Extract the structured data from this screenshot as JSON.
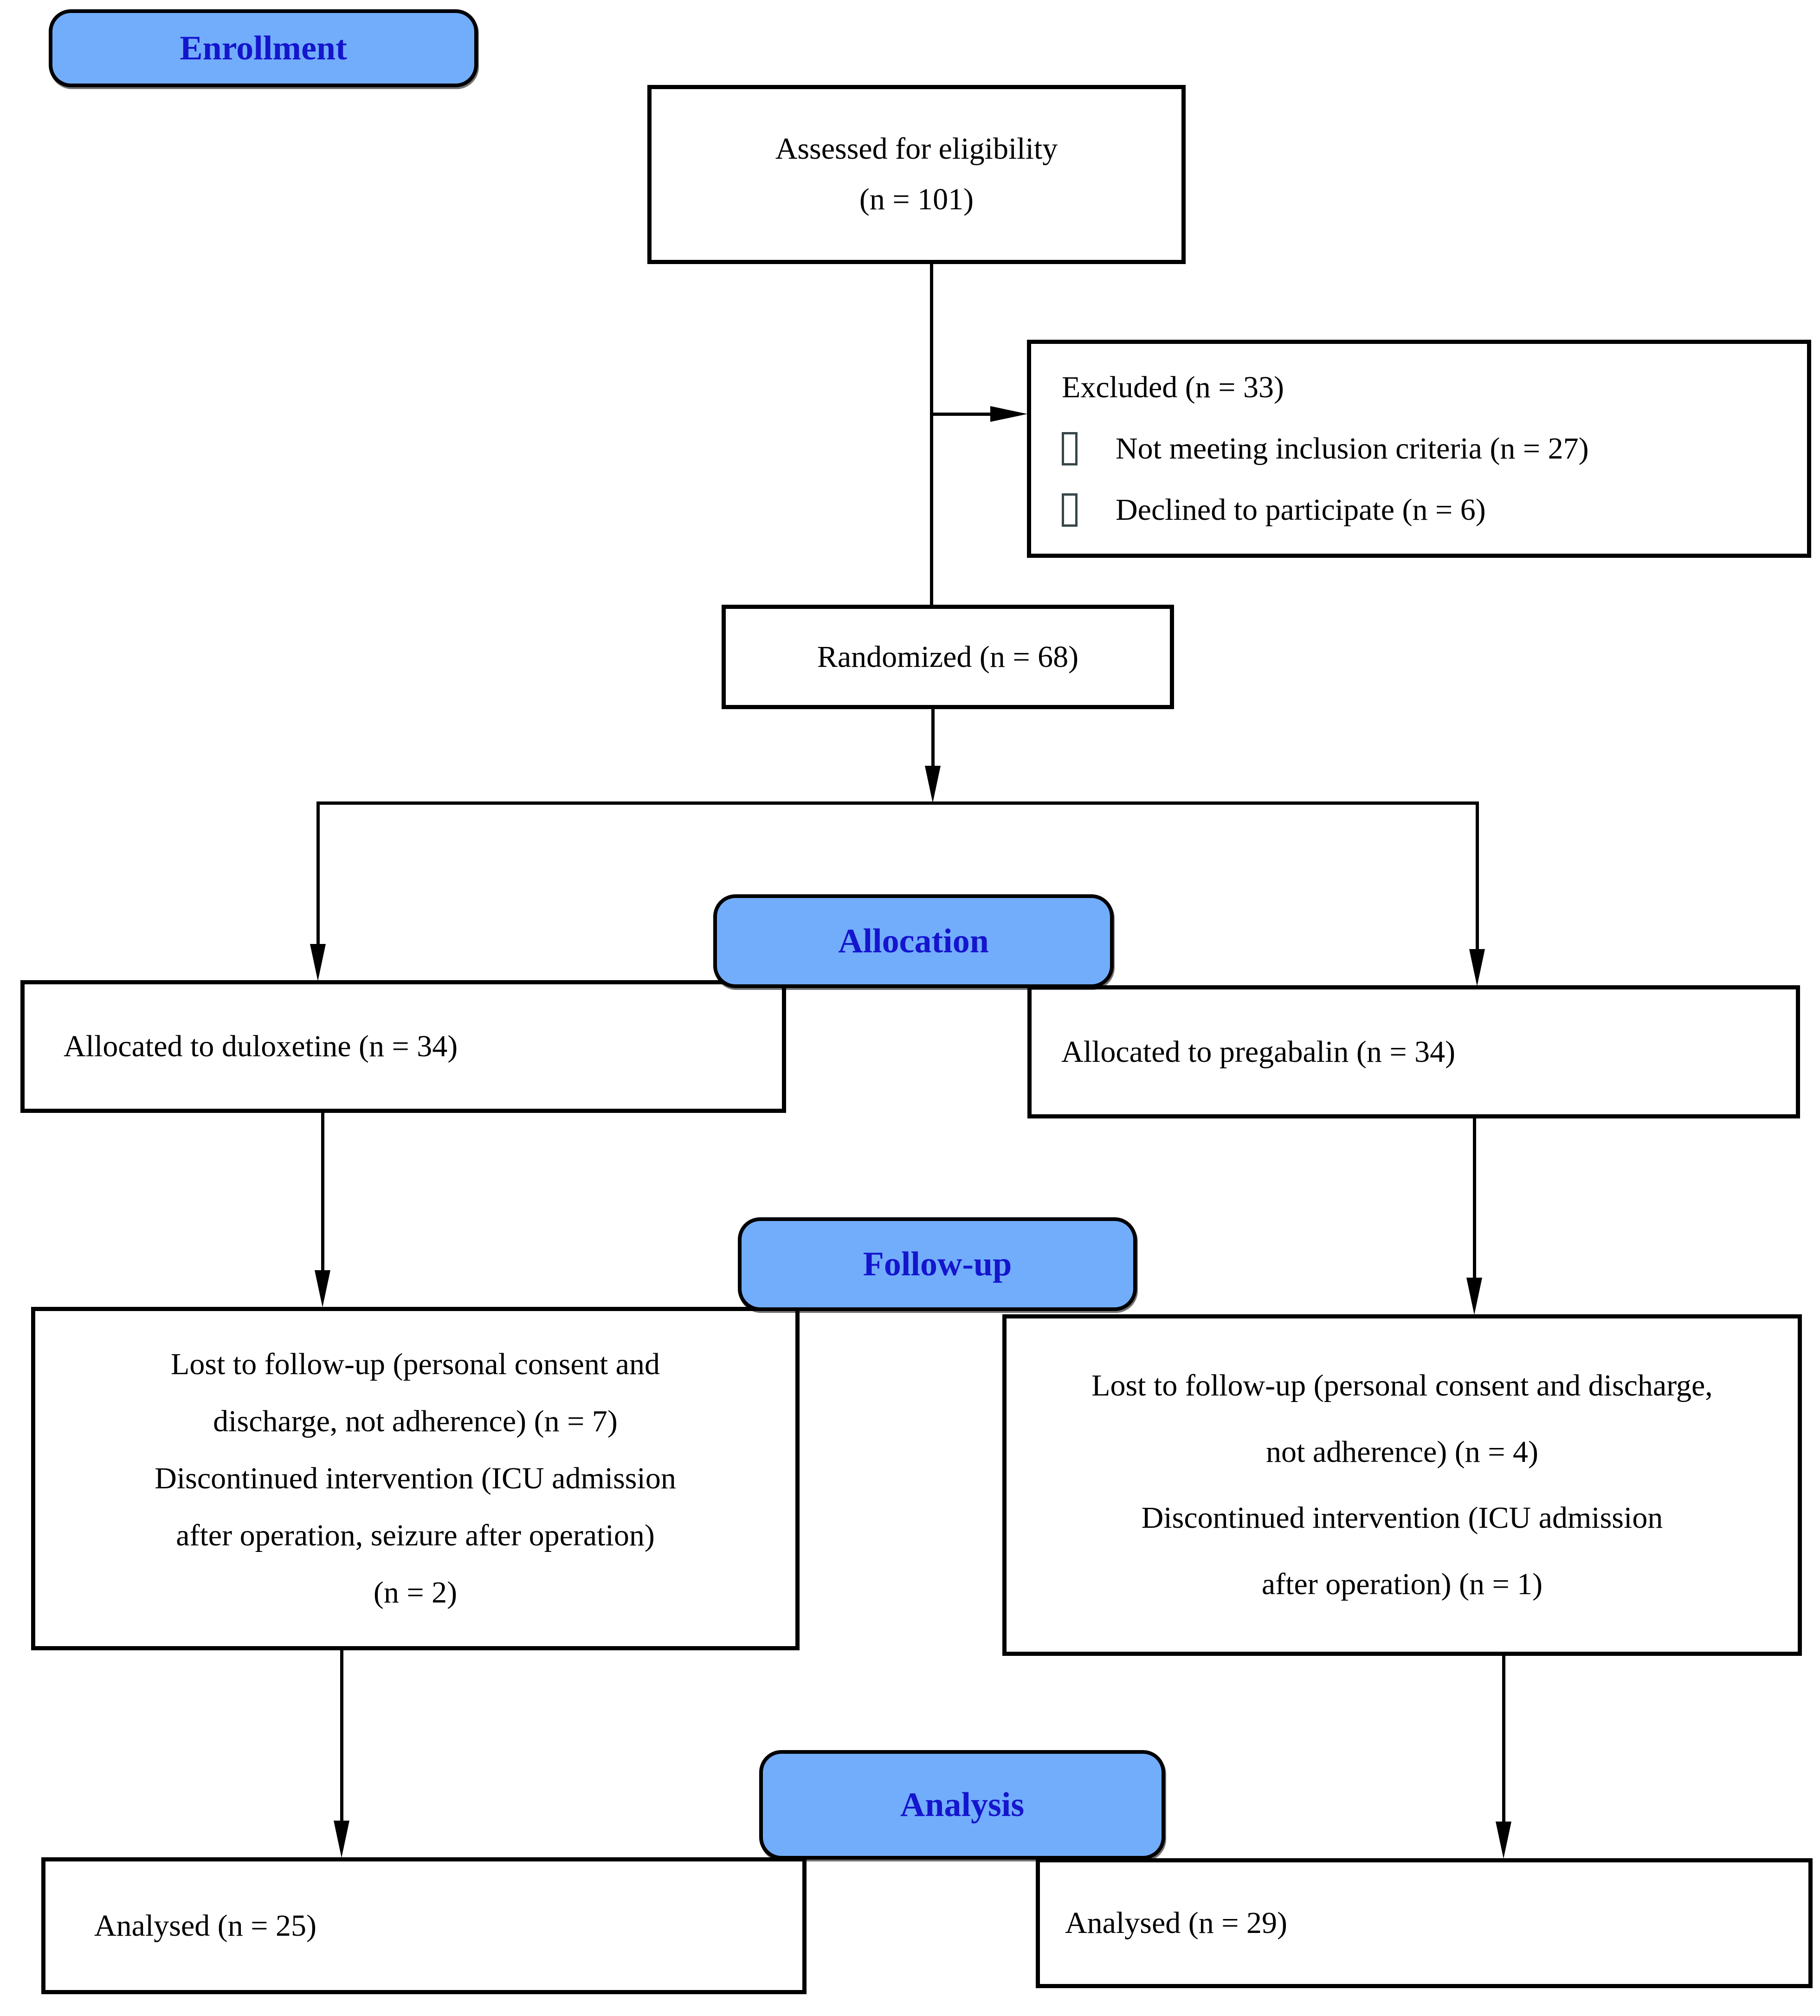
{
  "colors": {
    "badge_fill": "#72ADFC",
    "badge_text": "#1515CD",
    "line_color": "#000000"
  },
  "stages": {
    "enrollment_label": "Enrollment",
    "allocation_label": "Allocation",
    "followup_label": "Follow-up",
    "analysis_label": "Analysis"
  },
  "boxes": {
    "assessed": {
      "line1": "Assessed for eligibility",
      "line2": "(n = 101)"
    },
    "excluded": {
      "title": "Excluded (n = 33)",
      "items": [
        "Not meeting inclusion criteria (n = 27)",
        "Declined to participate (n = 6)"
      ]
    },
    "randomized": {
      "label": "Randomized (n = 68)"
    },
    "alloc_left": {
      "label": "Allocated to duloxetine (n = 34)"
    },
    "alloc_right": {
      "label": "Allocated to pregabalin (n = 34)"
    },
    "followup_left": {
      "lines": [
        "Lost to follow-up (personal consent and",
        "discharge, not adherence) (n = 7)",
        "Discontinued intervention (ICU admission",
        "after operation, seizure after operation)",
        "(n = 2)"
      ]
    },
    "followup_right": {
      "lines": [
        "Lost to follow-up (personal consent and discharge,",
        "not adherence) (n = 4)",
        "Discontinued intervention (ICU admission",
        "after operation) (n = 1)"
      ]
    },
    "analysed_left": {
      "label": "Analysed (n = 25)"
    },
    "analysed_right": {
      "label": "Analysed (n = 29)"
    }
  }
}
